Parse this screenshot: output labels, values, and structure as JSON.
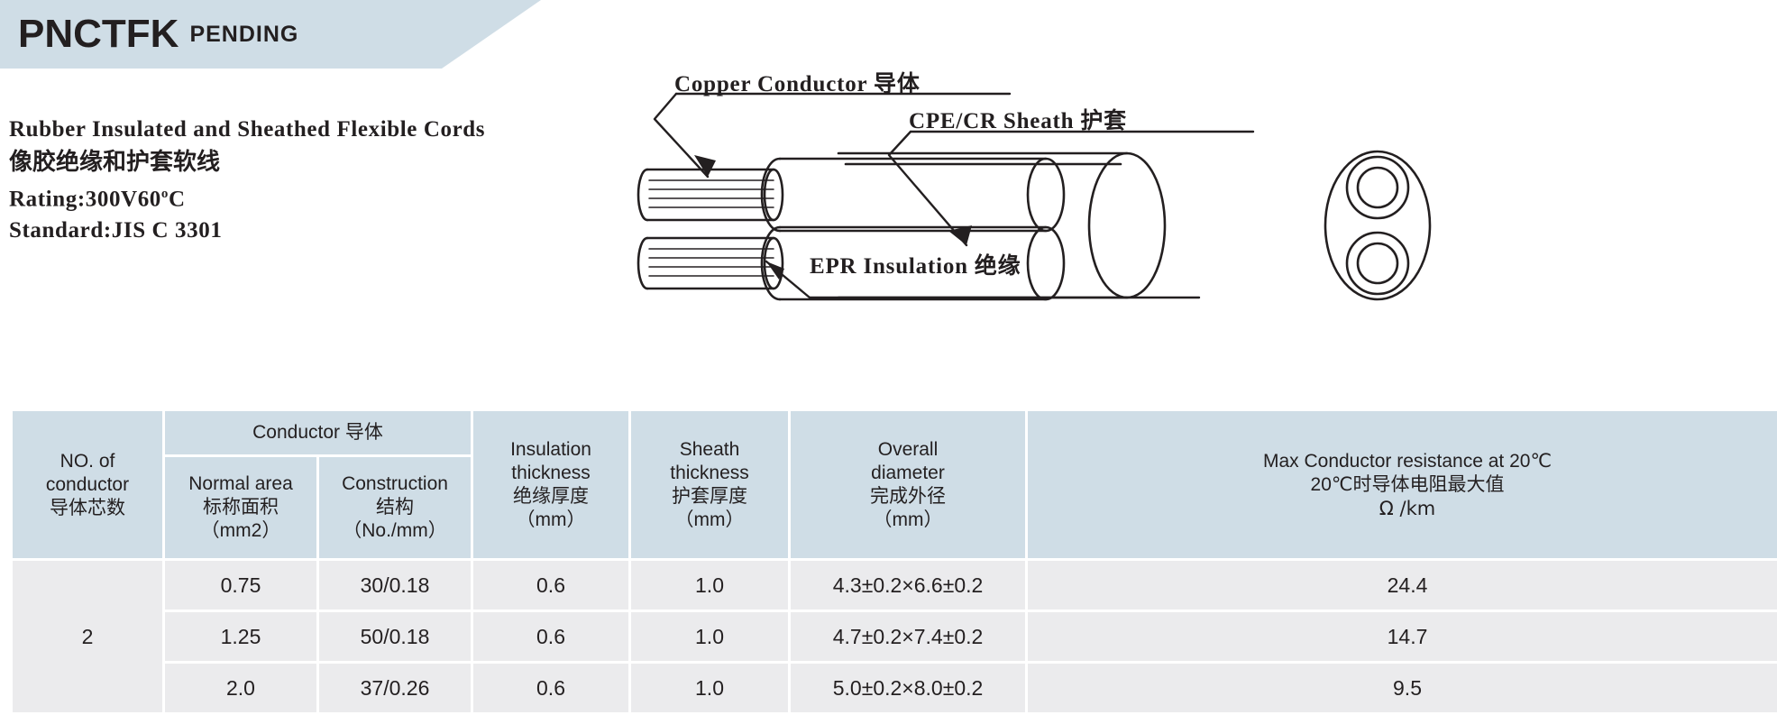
{
  "header": {
    "code": "PNCTFK",
    "status": "PENDING",
    "banner_color": "#cfdde6"
  },
  "description": {
    "title_en": "Rubber Insulated and Sheathed Flexible Cords",
    "title_cn": "像胶绝缘和护套软线",
    "rating_prefix": "Rating:300V60",
    "rating_sup": "o",
    "rating_suffix": "C",
    "standard": "Standard:JIS C 3301"
  },
  "diagram": {
    "label_conductor": "Copper Conductor 导体",
    "label_sheath": "CPE/CR Sheath  护套",
    "label_insulation": "EPR Insulation 绝缘",
    "line_color": "#231f20"
  },
  "table": {
    "headers": {
      "no_of_conductor": "NO. of\nconductor\n导体芯数",
      "no_of_conductor_lines": [
        "NO. of",
        "conductor",
        "导体芯数"
      ],
      "conductor_group": "Conductor 导体",
      "normal_area_lines": [
        "Normal area",
        "标称面积",
        "（mm2）"
      ],
      "construction_lines": [
        "Construction",
        "结构",
        "（No./mm）"
      ],
      "insulation_thickness_lines": [
        "Insulation",
        "thickness",
        "绝缘厚度",
        "（mm）"
      ],
      "sheath_thickness_lines": [
        "Sheath",
        "thickness",
        "护套厚度",
        "（mm）"
      ],
      "overall_diameter_lines": [
        "Overall",
        "diameter",
        "完成外径",
        "（mm）"
      ],
      "resistance_lines": [
        "Max Conductor resistance at 20℃",
        "20℃时导体电阻最大值",
        "Ω /km"
      ]
    },
    "conductor_count": "2",
    "rows": [
      {
        "normal_area": "0.75",
        "construction": "30/0.18",
        "insulation_thickness": "0.6",
        "sheath_thickness": "1.0",
        "overall_diameter": "4.3±0.2×6.6±0.2",
        "resistance": "24.4"
      },
      {
        "normal_area": "1.25",
        "construction": "50/0.18",
        "insulation_thickness": "0.6",
        "sheath_thickness": "1.0",
        "overall_diameter": "4.7±0.2×7.4±0.2",
        "resistance": "14.7"
      },
      {
        "normal_area": "2.0",
        "construction": "37/0.26",
        "insulation_thickness": "0.6",
        "sheath_thickness": "1.0",
        "overall_diameter": "5.0±0.2×8.0±0.2",
        "resistance": "9.5"
      }
    ],
    "header_bg": "#cfdde6",
    "body_bg": "#ebebed"
  }
}
